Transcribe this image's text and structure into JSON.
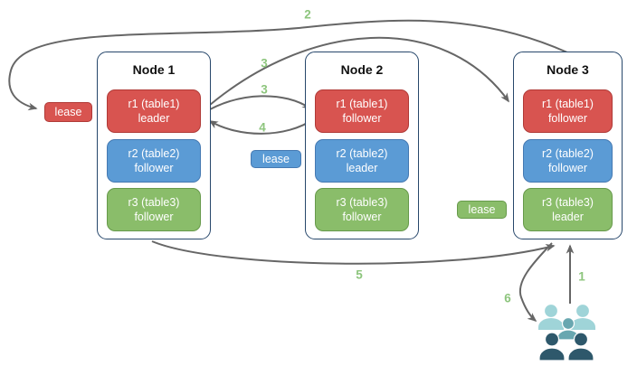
{
  "nodes": [
    {
      "title": "Node 1",
      "replicas": [
        {
          "name": "r1 (table1)",
          "role": "leader",
          "color": "#d85450"
        },
        {
          "name": "r2 (table2)",
          "role": "follower",
          "color": "#5b9bd5"
        },
        {
          "name": "r3 (table3)",
          "role": "follower",
          "color": "#8abd6a"
        }
      ]
    },
    {
      "title": "Node 2",
      "replicas": [
        {
          "name": "r1 (table1)",
          "role": "follower",
          "color": "#d85450"
        },
        {
          "name": "r2 (table2)",
          "role": "leader",
          "color": "#5b9bd5"
        },
        {
          "name": "r3 (table3)",
          "role": "follower",
          "color": "#8abd6a"
        }
      ]
    },
    {
      "title": "Node 3",
      "replicas": [
        {
          "name": "r1 (table1)",
          "role": "follower",
          "color": "#d85450"
        },
        {
          "name": "r2 (table2)",
          "role": "follower",
          "color": "#5b9bd5"
        },
        {
          "name": "r3 (table3)",
          "role": "leader",
          "color": "#8abd6a"
        }
      ]
    }
  ],
  "leases": {
    "red": "lease",
    "blue": "lease",
    "green": "lease"
  },
  "steps": {
    "s1": "1",
    "s2": "2",
    "s3a": "3",
    "s3b": "3",
    "s4": "4",
    "s5": "5",
    "s6": "6"
  },
  "icons": {
    "users_group": "users-group-icon"
  },
  "colors": {
    "replica_red": "#d85450",
    "replica_red_border": "#b03a37",
    "replica_blue": "#5b9bd5",
    "replica_blue_border": "#4579b2",
    "replica_green": "#8abd6a",
    "replica_green_border": "#679a4b",
    "node_border": "#27476b",
    "arrow": "#666666",
    "step_label": "#8dc57d",
    "users_light_teal": "#9fd4d8",
    "users_mid_teal": "#69a7b0",
    "users_dark_slate": "#2e586b"
  }
}
